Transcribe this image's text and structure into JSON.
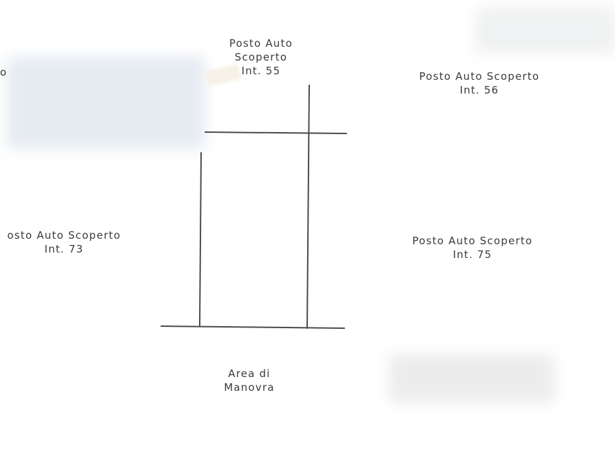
{
  "spaces": {
    "int55": {
      "line1": "Posto Auto",
      "line2": "Scoperto",
      "line3": "Int. 55"
    },
    "int56": {
      "line1": "Posto Auto Scoperto",
      "line2": "Int. 56"
    },
    "int73": {
      "line1": "osto Auto Scoperto",
      "line2": "Int. 73"
    },
    "int75": {
      "line1": "Posto Auto Scoperto",
      "line2": "Int. 75"
    },
    "partial_left": {
      "text": "o"
    }
  },
  "maneuver_area": {
    "line1": "Area di",
    "line2": "Manovra"
  },
  "colors": {
    "line": "#4a4a4a",
    "text": "#3a3a3a",
    "redaction": "#e9edf2",
    "tape": "#f3efe2"
  }
}
